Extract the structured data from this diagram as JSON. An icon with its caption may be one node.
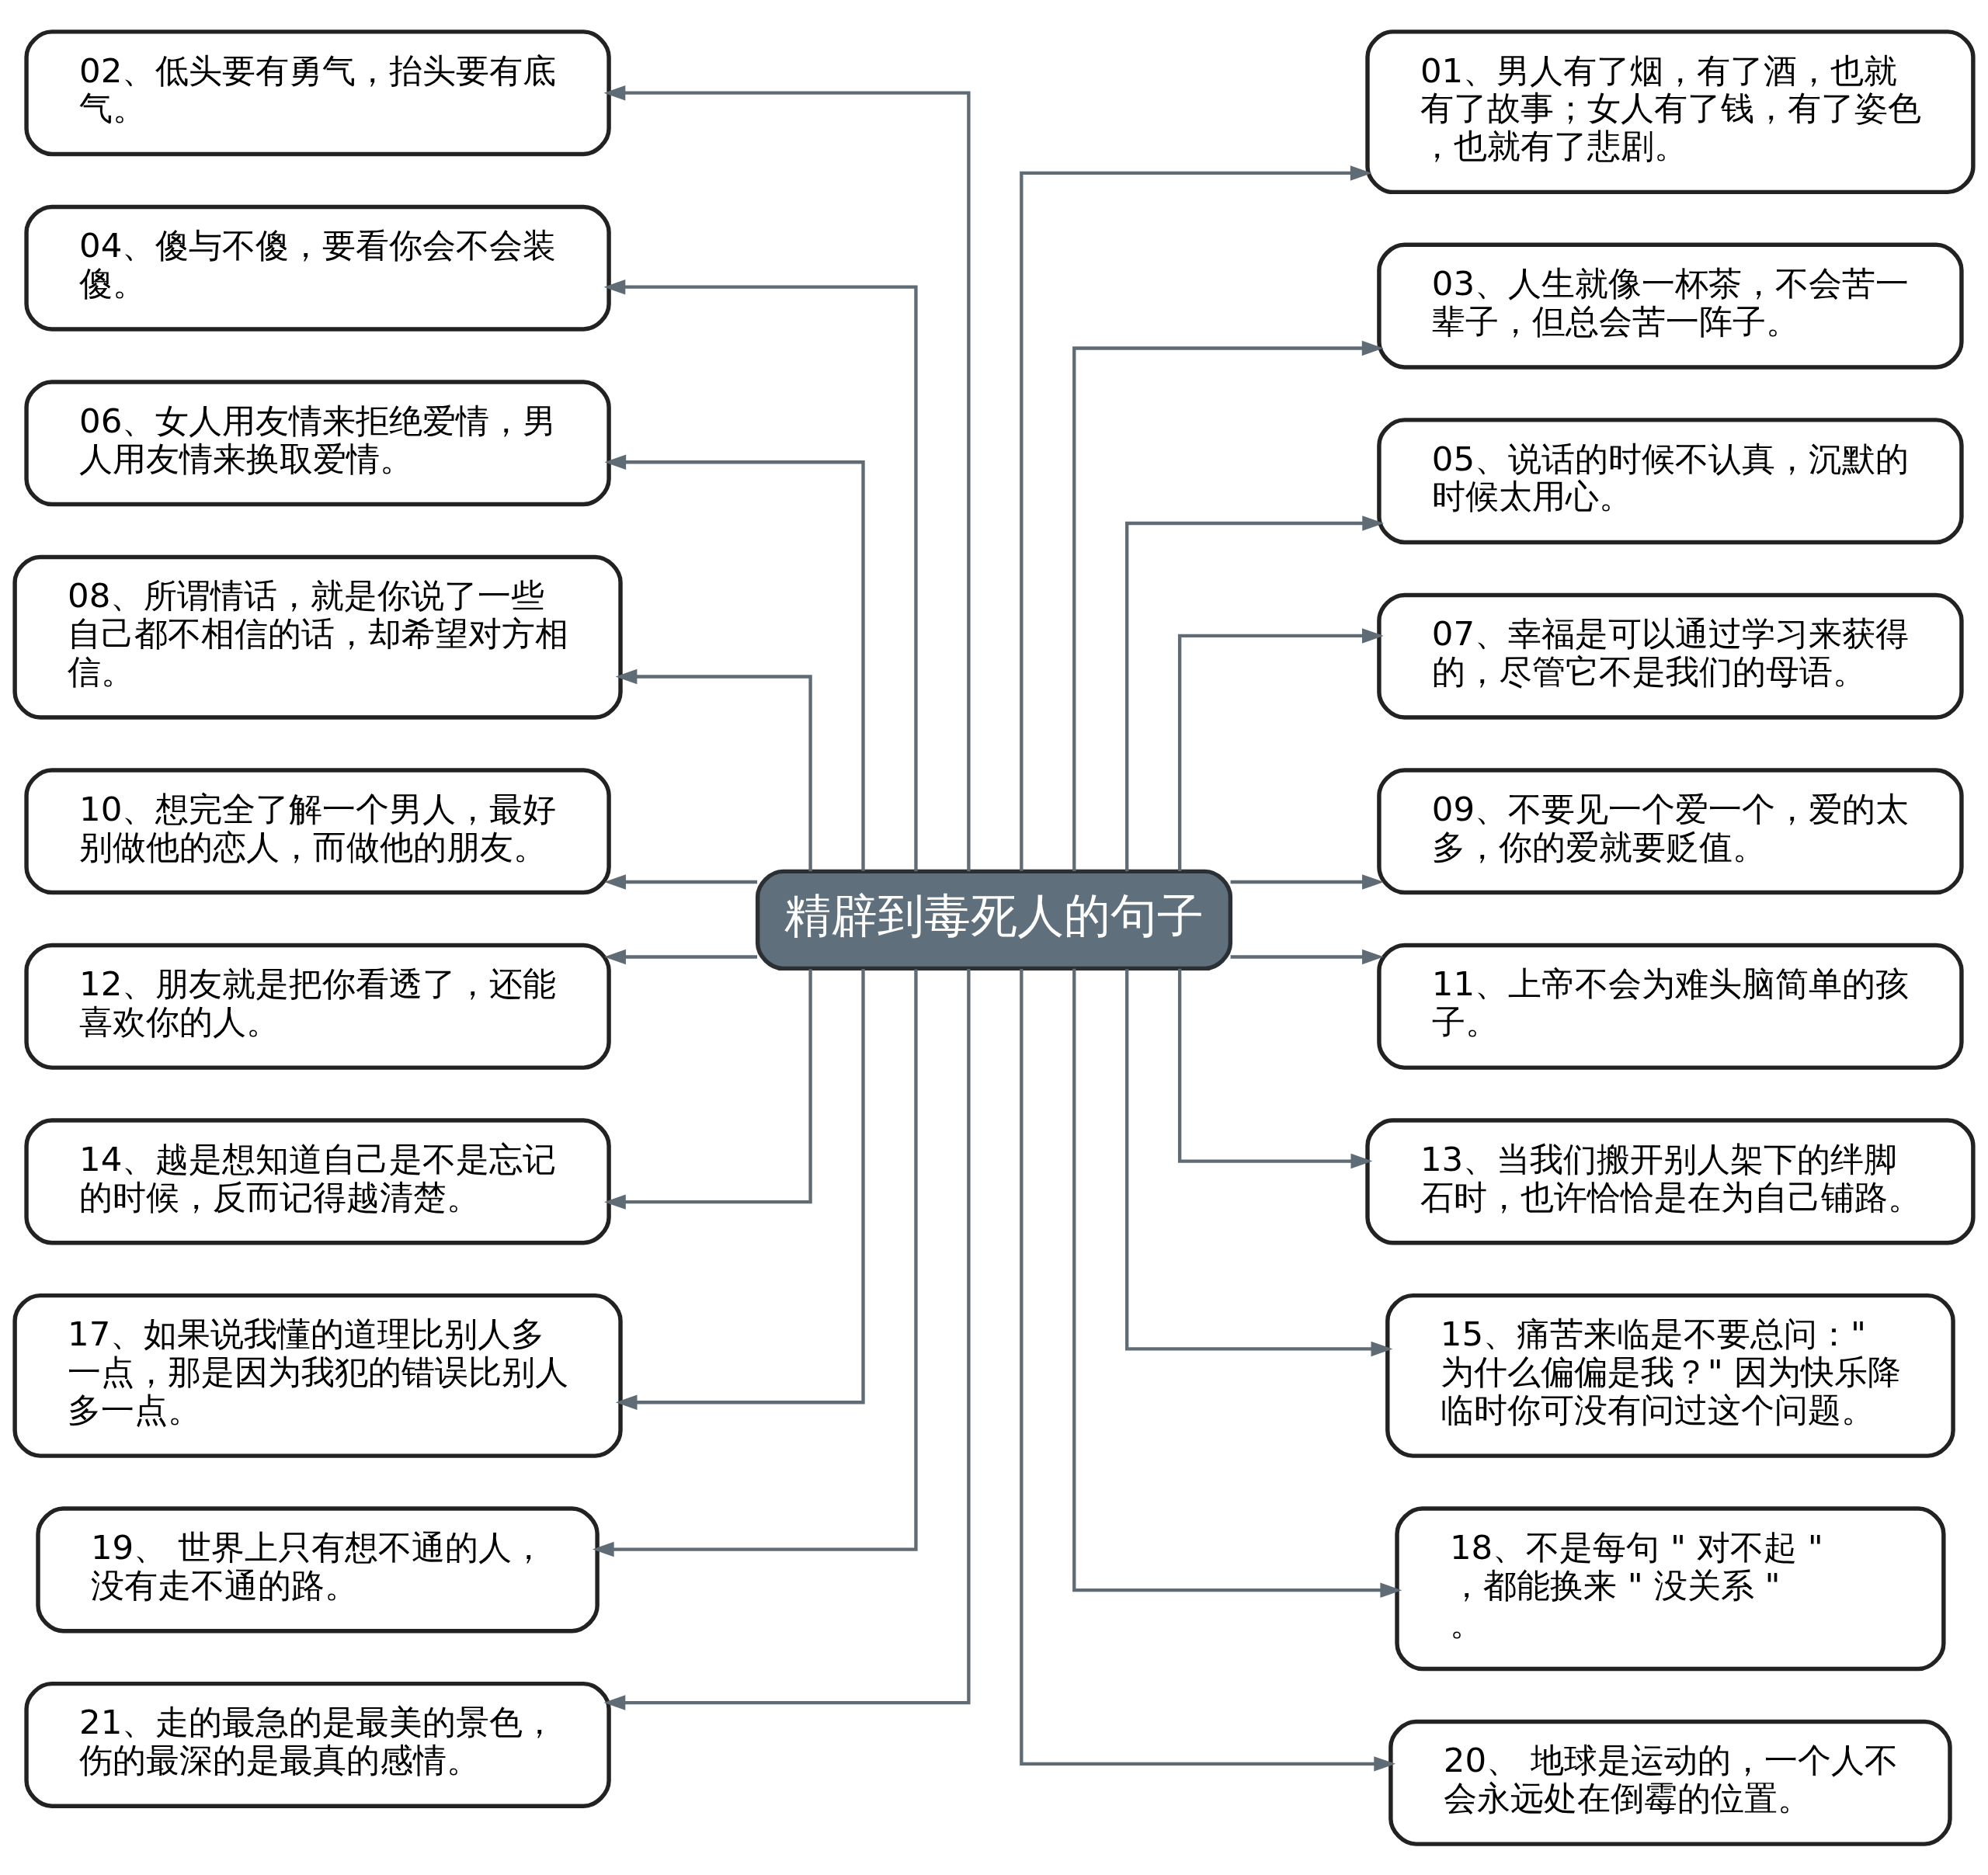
{
  "diagram": {
    "nodes": [
      {
        "text": [
          "精辟到毒死人的句子"
        ]
      },
      {
        "text": [
          "02、低头要有勇气，抬头要有底气。"
        ]
      },
      {
        "text": [
          "04、傻与不傻，要看你会不会装傻。"
        ]
      },
      {
        "text": [
          "06、女人用友情来拒绝爱情，男人用友情来换取爱情。"
        ]
      },
      {
        "text": [
          "08、所谓情话，就是你说了一些自己都不相信的话，却希望对方相信。"
        ]
      },
      {
        "text": [
          "10、想完全了解一个男人，最好别做他的恋人，而做他的朋友。"
        ]
      },
      {
        "text": [
          "12、朋友就是把你看透了，还能喜欢你的人。"
        ]
      },
      {
        "text": [
          "14、越是想知道自己是不是忘记的时候，反而记得越清楚。"
        ]
      },
      {
        "text": [
          "17、如果说我懂的道理比别人多一点，那是因为我犯的错误比别人多一点。"
        ]
      },
      {
        "text": [
          "19、 世界上只有想不通的人，没有走不通的路。"
        ]
      },
      {
        "text": [
          "21、走的最急的是最美的景色，伤的最深的是最真的感情。"
        ]
      },
      {
        "text": [
          "01、男人有了烟，有了酒，也就有了故事；女人有了钱，有了姿色，也就有了悲剧。"
        ]
      },
      {
        "text": [
          "03、人生就像一杯茶，不会苦一辈子，但总会苦一阵子。"
        ]
      },
      {
        "text": [
          "05、说话的时候不认真，沉默的时候太用心。"
        ]
      },
      {
        "text": [
          "07、幸福是可以通过学习来获得的，尽管它不是我们的母语。"
        ]
      },
      {
        "text": [
          "09、不要见一个爱一个，爱的太多，你的爱就要贬值。"
        ]
      },
      {
        "text": [
          "11、上帝不会为难头脑简单的孩子。"
        ]
      },
      {
        "text": [
          "13、当我们搬开别人架下的绊脚石时，也许恰恰是在为自己铺路。"
        ]
      },
      {
        "text": [
          "15、痛苦来临是不要总问：\" 为什么偏偏是我？\" 因为快乐降临时你可没有问过这个问题。"
        ]
      },
      {
        "text": [
          "18、不是每句 \" 对不起 \" ，都能换来 \" 没关系 \" 。"
        ]
      },
      {
        "text": [
          "20、 地球是运动的，一个人不会永远处在倒霉的位置。"
        ]
      }
    ],
    "edges": [
      {
        "from": 0,
        "to": 1,
        "arrow": "to"
      },
      {
        "from": 0,
        "to": 2,
        "arrow": "to"
      },
      {
        "from": 0,
        "to": 3,
        "arrow": "to"
      },
      {
        "from": 0,
        "to": 4,
        "arrow": "to"
      },
      {
        "from": 0,
        "to": 5,
        "arrow": "to"
      },
      {
        "from": 0,
        "to": 6,
        "arrow": "to"
      },
      {
        "from": 0,
        "to": 7,
        "arrow": "to"
      },
      {
        "from": 0,
        "to": 8,
        "arrow": "to"
      },
      {
        "from": 0,
        "to": 9,
        "arrow": "to"
      },
      {
        "from": 0,
        "to": 10,
        "arrow": "to"
      },
      {
        "from": 0,
        "to": 11,
        "arrow": "to"
      },
      {
        "from": 0,
        "to": 12,
        "arrow": "to"
      },
      {
        "from": 0,
        "to": 13,
        "arrow": "to"
      },
      {
        "from": 0,
        "to": 14,
        "arrow": "to"
      },
      {
        "from": 0,
        "to": 15,
        "arrow": "to"
      },
      {
        "from": 0,
        "to": 16,
        "arrow": "to"
      },
      {
        "from": 0,
        "to": 17,
        "arrow": "to"
      },
      {
        "from": 0,
        "to": 18,
        "arrow": "to"
      },
      {
        "from": 0,
        "to": 19,
        "arrow": "to"
      },
      {
        "from": 0,
        "to": 20,
        "arrow": "to"
      }
    ]
  }
}
